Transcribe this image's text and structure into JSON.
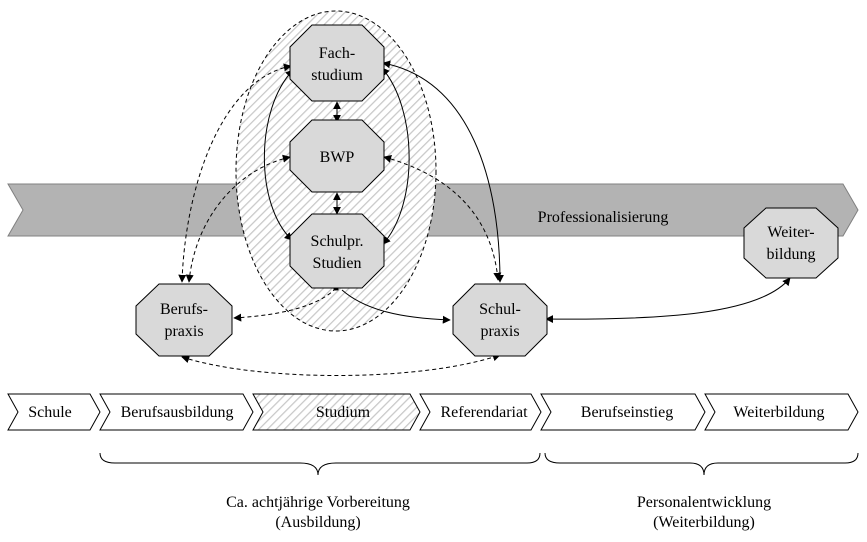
{
  "band": {
    "label": "Professionalisierung"
  },
  "nodes": {
    "fachstudium": [
      "Fach-",
      "studium"
    ],
    "bwp": [
      "BWP"
    ],
    "schulpr_studien": [
      "Schulpr.",
      "Studien"
    ],
    "berufspraxis": [
      "Berufs-",
      "praxis"
    ],
    "schulpraxis": [
      "Schul-",
      "praxis"
    ],
    "weiterbildung": [
      "Weiter-",
      "bildung"
    ]
  },
  "timeline": {
    "phases": [
      "Schule",
      "Berufsausbildung",
      "Studium",
      "Referendariat",
      "Berufseinstieg",
      "Weiterbildung"
    ]
  },
  "groups": {
    "preparation": {
      "line1": "Ca. achtjährige Vorbereitung",
      "line2": "(Ausbildung)"
    },
    "development": {
      "line1": "Personalentwicklung",
      "line2": "(Weiterbildung)"
    }
  },
  "colors": {
    "band_fill": "#b3b3b3",
    "node_fill": "#d9d9d9",
    "hatch": "#c8c8c8",
    "stroke": "#000000"
  }
}
